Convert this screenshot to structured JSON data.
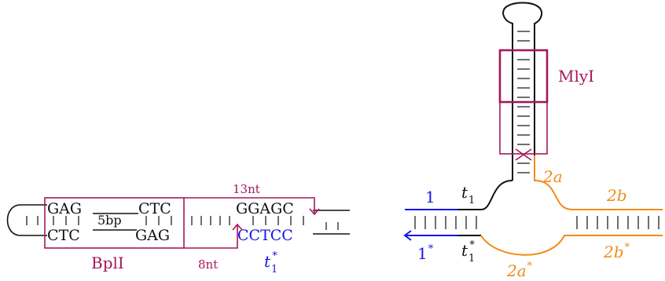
{
  "colors": {
    "ink": "#111111",
    "enzyme": "#a3185a",
    "blue": "#1414e6",
    "orange": "#f08c1a"
  },
  "left": {
    "top_seq_1": "GAG",
    "top_spacer": "5bp",
    "top_seq_2": "CTC",
    "top_seq_3": "GGAGC",
    "bottom_seq_1": "CTC",
    "bottom_seq_2": "GAG",
    "bottom_seq_3": "CCTCC",
    "enzyme_label": "BplI",
    "cut_top_label": "13nt",
    "cut_bottom_label": "8nt",
    "toehold_label": "t",
    "toehold_sub": "1",
    "toehold_sup": "*"
  },
  "right": {
    "enzyme_label": "MlyI",
    "domain_1": "1",
    "domain_1_star": "1",
    "domain_1_star_sup": "*",
    "t1_label": "t",
    "t1_sub": "1",
    "t1_star_label": "t",
    "t1_star_sub": "1",
    "t1_star_sup": "*",
    "domain_2a": "2a",
    "domain_2b": "2b",
    "domain_2a_star": "2a",
    "domain_2a_star_sup": "*",
    "domain_2b_star": "2b",
    "domain_2b_star_sup": "*"
  }
}
